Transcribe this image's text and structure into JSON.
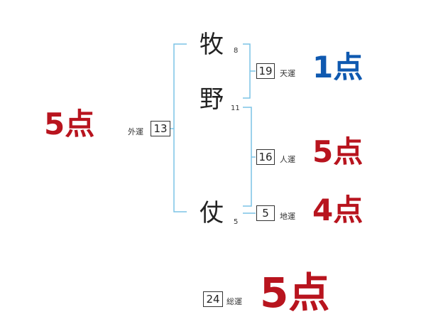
{
  "name": {
    "chars": [
      {
        "char": "牧",
        "strokes": "8"
      },
      {
        "char": "野",
        "strokes": "11"
      },
      {
        "char": "仗",
        "strokes": "5"
      }
    ]
  },
  "gaiun": {
    "value": "13",
    "label": "外運",
    "score": "5点",
    "color": "#b8141e"
  },
  "tenun": {
    "value": "19",
    "label": "天運",
    "score": "1点",
    "color": "#0f59b0"
  },
  "jinun": {
    "value": "16",
    "label": "人運",
    "score": "5点",
    "color": "#b8141e"
  },
  "chiun": {
    "value": "5",
    "label": "地運",
    "score": "4点",
    "color": "#b8141e"
  },
  "souun": {
    "value": "24",
    "label": "総運",
    "score": "5点",
    "color": "#b8141e"
  },
  "colors": {
    "bracket": "#7cc4e6"
  }
}
